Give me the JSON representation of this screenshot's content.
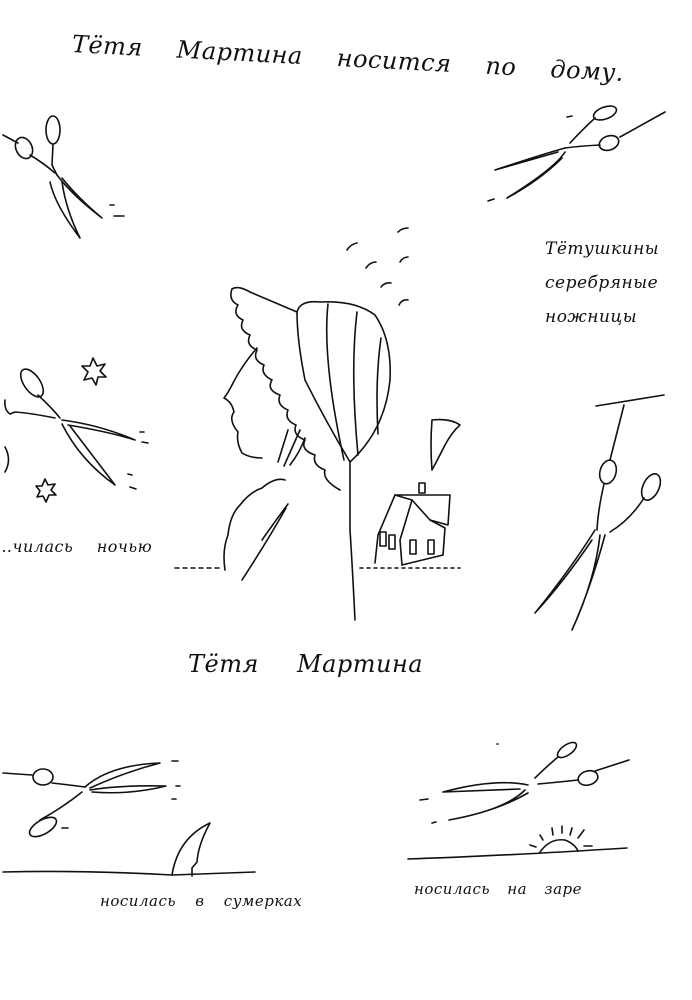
{
  "page": {
    "title_top": "Тётя Мартина носится по дому.",
    "caption_right": [
      "Тётушкины",
      "серебряные",
      "ножницы"
    ],
    "caption_night": "…чилась ночью",
    "title_middle": "Тётя Мартина",
    "caption_dusk": "носилась в сумерках",
    "caption_dawn": "носилась на заре"
  },
  "illustrations": [
    {
      "id": "scissors-top-left",
      "description": "flying open scissors with thread"
    },
    {
      "id": "scissors-top-right",
      "description": "flying scissors with thread"
    },
    {
      "id": "scissors-left-night",
      "description": "scissors among stars at night, crescent moon"
    },
    {
      "id": "woman-in-bonnet",
      "description": "profile of woman in frilled bonnet, birds above"
    },
    {
      "id": "house-with-smoke",
      "description": "small house with smoking chimney"
    },
    {
      "id": "scissors-hanging-right",
      "description": "scissors hanging on a thread"
    },
    {
      "id": "scissors-dusk",
      "description": "scissors over horizon with shark fin"
    },
    {
      "id": "scissors-dawn",
      "description": "scissors over horizon with rising sun"
    }
  ],
  "colors": {
    "ink": "#111111",
    "paper": "#ffffff"
  }
}
